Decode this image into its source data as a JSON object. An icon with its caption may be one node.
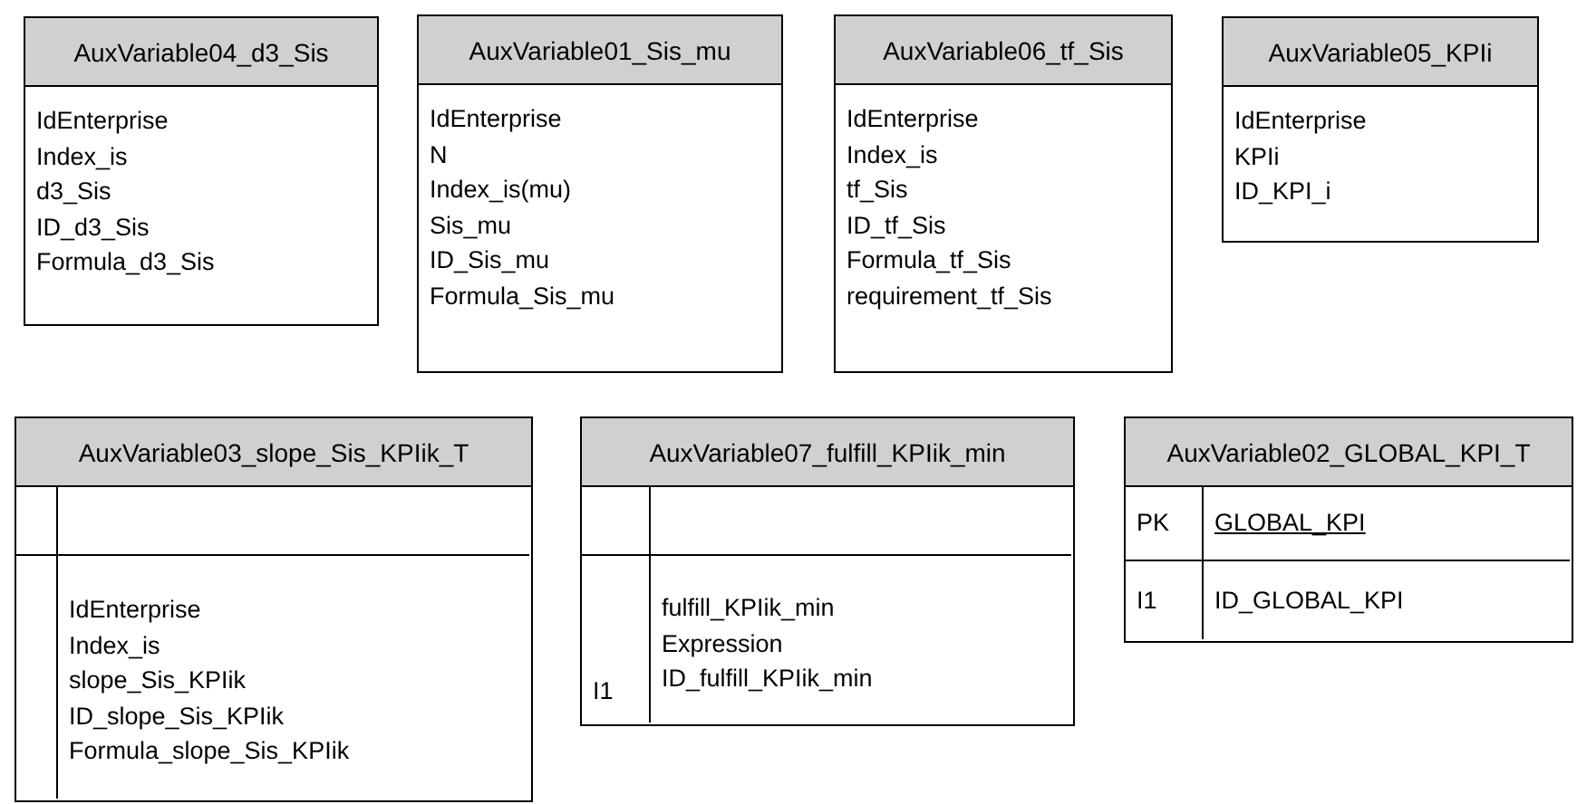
{
  "diagram": {
    "nodes": [
      {
        "text": [
          "AuxVariable04_d3_Sis",
          "IdEnterprise",
          "Index_is",
          "d3_Sis",
          "ID_d3_Sis",
          "Formula_d3_Sis"
        ]
      },
      {
        "text": [
          "AuxVariable01_Sis_mu",
          "IdEnterprise",
          "N",
          "Index_is(mu)",
          "Sis_mu",
          "ID_Sis_mu",
          "Formula_Sis_mu"
        ]
      },
      {
        "text": [
          "AuxVariable06_tf_Sis",
          "IdEnterprise",
          "Index_is",
          "tf_Sis",
          "ID_tf_Sis",
          "Formula_tf_Sis",
          "requirement_tf_Sis"
        ]
      },
      {
        "text": [
          "AuxVariable05_KPIi",
          "IdEnterprise",
          "KPIi",
          "ID_KPI_i"
        ]
      },
      {
        "text": [
          "AuxVariable03_slope_Sis_KPIik_T"
        ]
      },
      {
        "text": [],
        "shape": "box",
        "in": 4
      },
      {
        "text": [],
        "shape": "box",
        "in": 4
      },
      {
        "text": [],
        "shape": "box",
        "in": 4
      },
      {
        "text": [
          "IdEnterprise",
          "Index_is",
          "slope_Sis_KPIik",
          "ID_slope_Sis_KPIik",
          "Formula_slope_Sis_KPIik"
        ],
        "in": 4
      },
      {
        "text": [
          "AuxVariable07_fulfill_KPIik_min"
        ]
      },
      {
        "text": [],
        "shape": "box",
        "in": 9
      },
      {
        "text": [],
        "shape": "box",
        "in": 9
      },
      {
        "text": [
          "I1"
        ],
        "in": 9
      },
      {
        "text": [
          "fulfill_KPIik_min",
          "Expression",
          "ID_fulfill_KPIik_min"
        ],
        "in": 9
      },
      {
        "text": [
          "AuxVariable02_GLOBAL_KPI_T"
        ]
      },
      {
        "text": [
          "PK"
        ],
        "in": 14
      },
      {
        "text": [
          "GLOBAL_KPI"
        ],
        "in": 14
      },
      {
        "text": [
          "I1"
        ],
        "in": 14
      },
      {
        "text": [
          "ID_GLOBAL_KPI"
        ],
        "in": 14
      }
    ]
  }
}
